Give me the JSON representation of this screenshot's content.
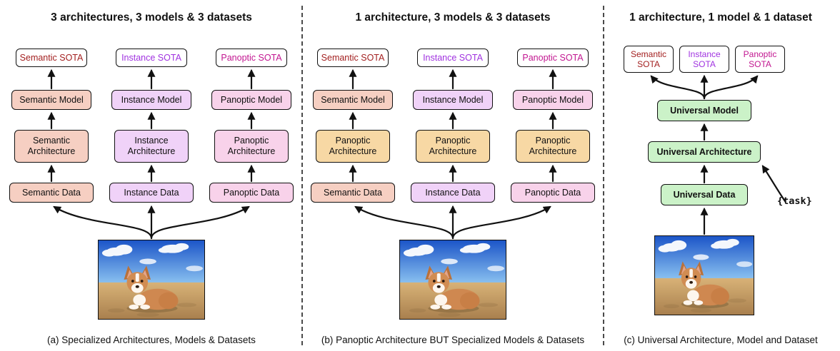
{
  "figure": {
    "colors": {
      "semantic_fill": "#F6CFC2",
      "instance_fill": "#F0D2F8",
      "panoptic_fill": "#F8D2EA",
      "panoptic_arch_fill": "#F7D8A4",
      "universal_fill": "#CBF2C8",
      "semantic_text": "#A32020",
      "instance_text": "#A032E0",
      "panoptic_text": "#C21690",
      "arrow": "#111111"
    },
    "photo": {
      "name": "corgi-on-beach-photo"
    },
    "panels": {
      "a": {
        "title": "3 architectures, 3 models & 3 datasets",
        "caption": "(a) Specialized Architectures, Models & Datasets",
        "columns": [
          {
            "sota": "Semantic SOTA",
            "model": "Semantic Model",
            "architecture": "Semantic Architecture",
            "data": "Semantic Data"
          },
          {
            "sota": "Instance SOTA",
            "model": "Instance Model",
            "architecture": "Instance Architecture",
            "data": "Instance Data"
          },
          {
            "sota": "Panoptic SOTA",
            "model": "Panoptic Model",
            "architecture": "Panoptic Architecture",
            "data": "Panoptic Data"
          }
        ]
      },
      "b": {
        "title": "1 architecture, 3 models & 3 datasets",
        "caption": "(b) Panoptic Architecture BUT Specialized Models & Datasets",
        "columns": [
          {
            "sota": "Semantic SOTA",
            "model": "Semantic Model",
            "architecture": "Panoptic Architecture",
            "data": "Semantic Data"
          },
          {
            "sota": "Instance SOTA",
            "model": "Instance Model",
            "architecture": "Panoptic Architecture",
            "data": "Instance Data"
          },
          {
            "sota": "Panoptic SOTA",
            "model": "Panoptic Model",
            "architecture": "Panoptic Architecture",
            "data": "Panoptic Data"
          }
        ]
      },
      "c": {
        "title": "1 architecture, 1 model & 1 dataset",
        "caption": "(c) Universal Architecture, Model and Dataset",
        "sota": [
          "Semantic SOTA",
          "Instance SOTA",
          "Panoptic SOTA"
        ],
        "model": "Universal Model",
        "architecture": "Universal Architecture",
        "data": "Universal Data",
        "task_label": "{task}"
      }
    }
  }
}
